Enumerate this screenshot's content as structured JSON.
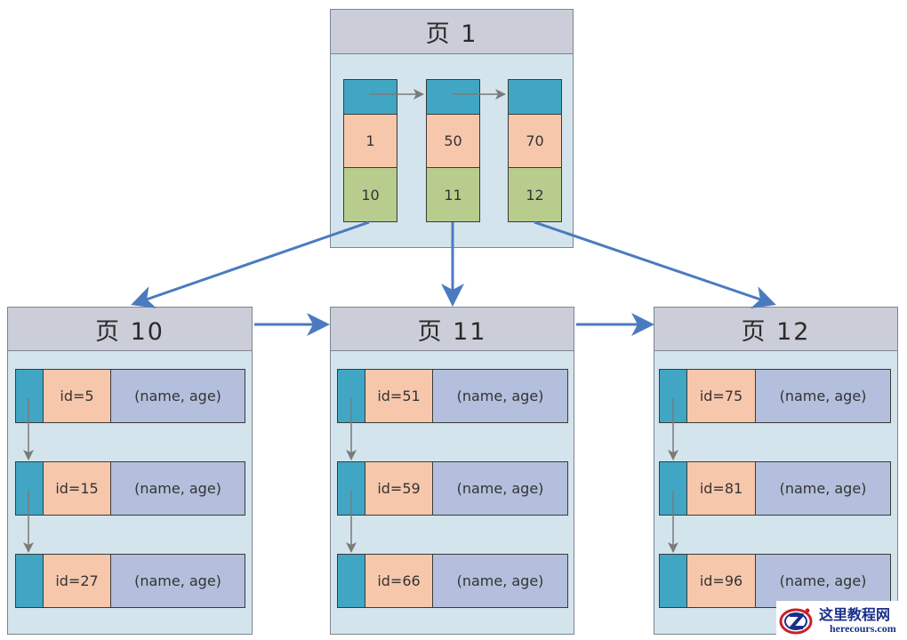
{
  "root": {
    "title": "页 1",
    "entries": [
      {
        "key": "1",
        "page": "10"
      },
      {
        "key": "50",
        "page": "11"
      },
      {
        "key": "70",
        "page": "12"
      }
    ]
  },
  "leaves": [
    {
      "title": "页 10",
      "records": [
        {
          "id": "id=5",
          "data": "(name, age)"
        },
        {
          "id": "id=15",
          "data": "(name, age)"
        },
        {
          "id": "id=27",
          "data": "(name, age)"
        }
      ]
    },
    {
      "title": "页 11",
      "records": [
        {
          "id": "id=51",
          "data": "(name, age)"
        },
        {
          "id": "id=59",
          "data": "(name, age)"
        },
        {
          "id": "id=66",
          "data": "(name, age)"
        }
      ]
    },
    {
      "title": "页 12",
      "records": [
        {
          "id": "id=75",
          "data": "(name, age)"
        },
        {
          "id": "id=81",
          "data": "(name, age)"
        },
        {
          "id": "id=96",
          "data": "(name, age)"
        }
      ]
    }
  ],
  "colors": {
    "page_bg": "#d3e4ec",
    "header_bg": "#cbcdd8",
    "pointer_cell": "#41a6c4",
    "key_cell": "#f7c7ac",
    "page_cell": "#b8cc8e",
    "record_data_cell": "#b3bfdc",
    "tree_arrow": "#4a7bc0",
    "inner_arrow": "#7a7a7a"
  },
  "watermark": {
    "icon": "z-logo-icon",
    "cn": "这里教程网",
    "en": "herecours.com"
  }
}
